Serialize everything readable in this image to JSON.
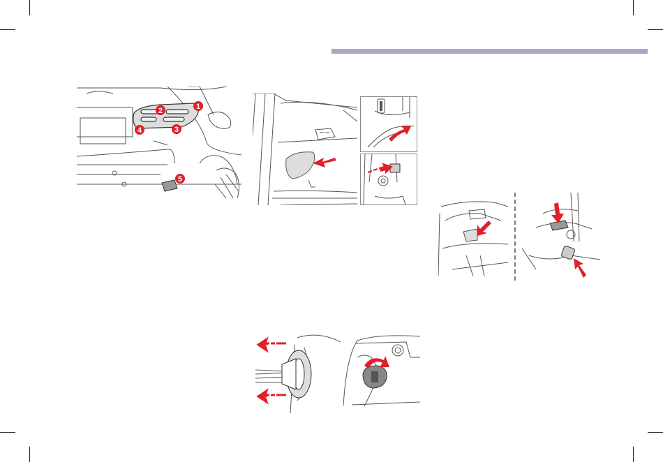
{
  "callouts": [
    "1",
    "2",
    "3",
    "4",
    "5"
  ],
  "colors": {
    "header_rule": "#aaa7c6",
    "arrow": "#e0202a",
    "line_art": "#555555",
    "lamp_fill": "#dddddd"
  }
}
